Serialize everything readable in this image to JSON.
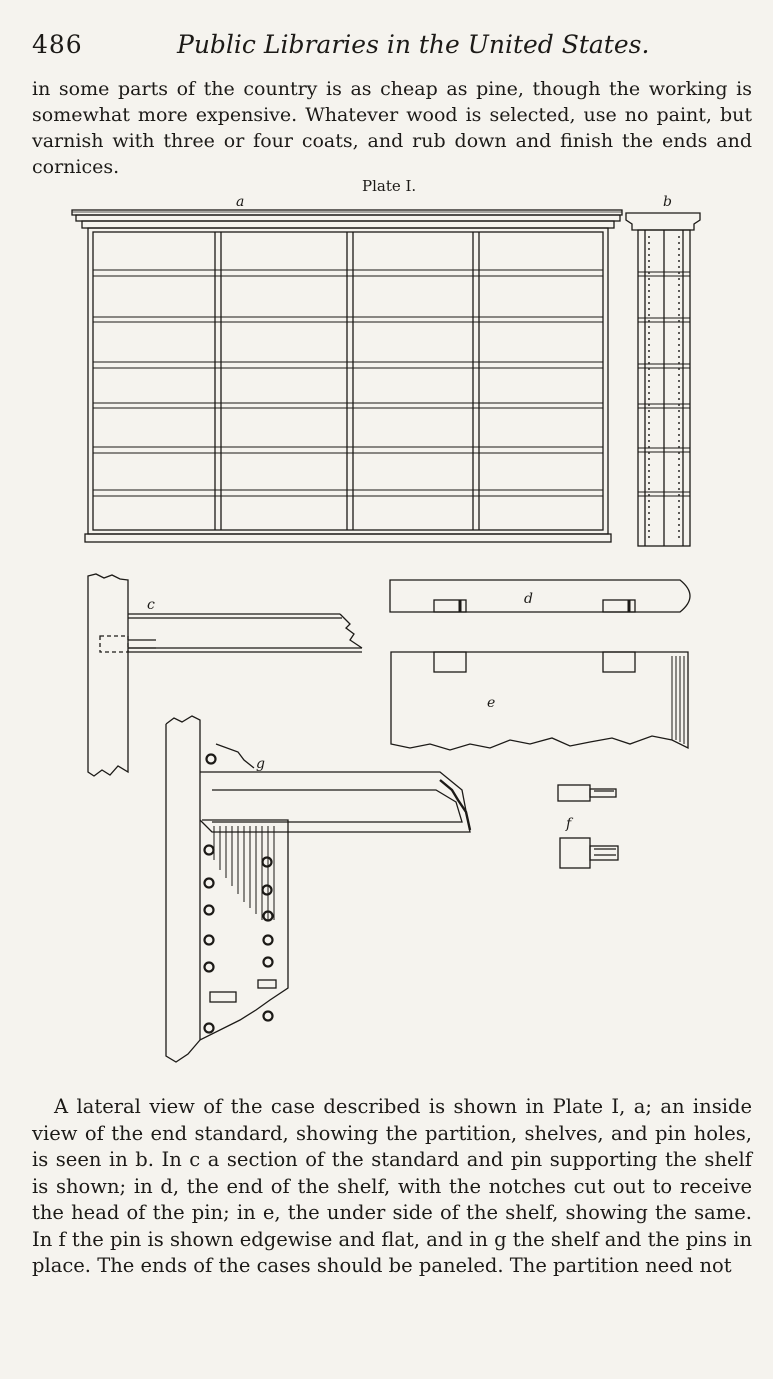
{
  "header": {
    "page_number": "486",
    "running_title": "Public Libraries in the United States."
  },
  "top_paragraph": "in some parts of the country is as cheap as pine, though the working is somewhat more expensive. Whatever wood is selected, use no paint, but varnish with three or four coats, and rub down and finish the ends and cornices.",
  "plate": {
    "label": "Plate I.",
    "figure_letters": {
      "a": "a",
      "b": "b",
      "c": "c",
      "d": "d",
      "e": "e",
      "f": "f",
      "g": "g"
    }
  },
  "bottom_paragraph": "A lateral view of the case described is shown in Plate I, a; an inside view of the end standard, showing the partition, shelves, and pin holes, is seen in b. In c a section of the standard and pin supporting the shelf is shown; in d, the end of the shelf, with the notches cut out to receive the head of the pin; in e, the under side of the shelf, showing the same. In f the pin is shown edgewise and flat, and in g the shelf and the pins in place. The ends of the cases should be paneled. The partition need not"
}
